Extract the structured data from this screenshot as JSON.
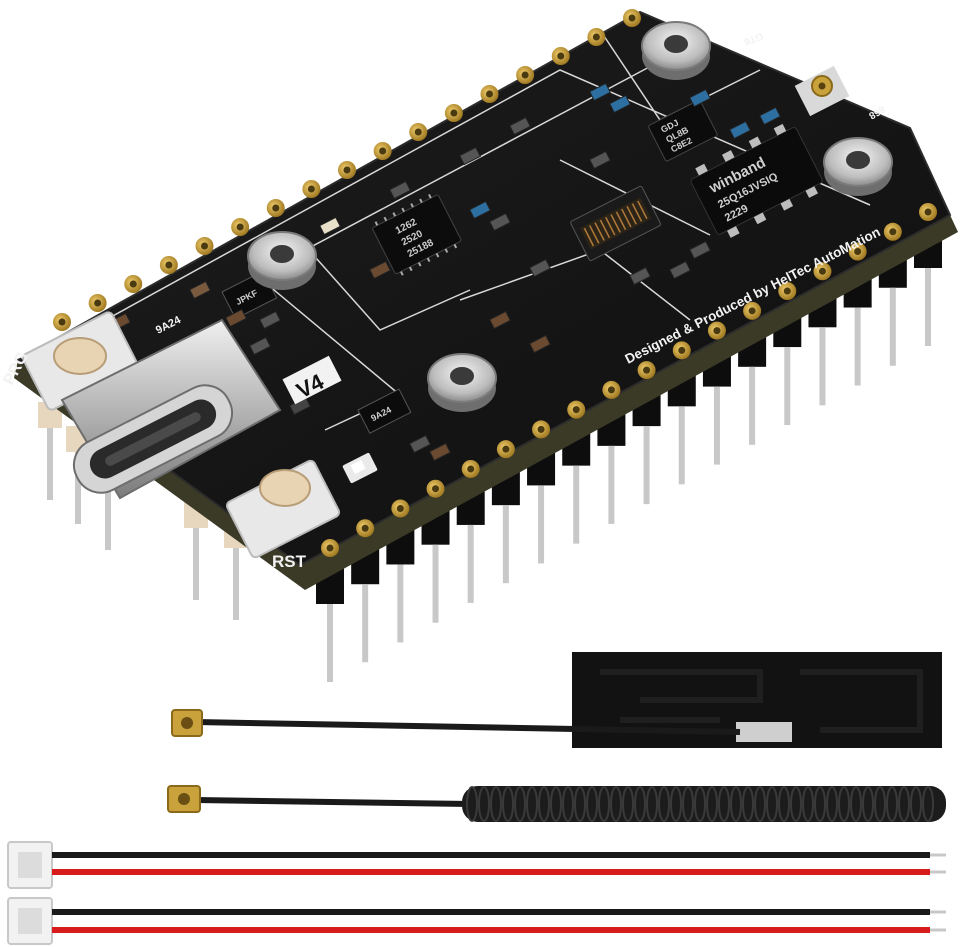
{
  "board": {
    "version_label": "V4",
    "prg_label": "PRG",
    "rst_label": "RST",
    "credit_text": "Designed & Produced by HelTec AutoMation",
    "chip_brand": "winband",
    "chip_part": "25Q16JVSIQ",
    "chip_date": "2229",
    "lora_chip_lines": [
      "1262",
      "2520",
      "25188"
    ],
    "small_chip_lines": [
      "GDJ",
      "QL8B",
      "C8E2"
    ],
    "ldo_label": "JPKF",
    "left_marking": "9A24",
    "mid_marking": "9A24",
    "top_edge_label": "GT6",
    "right_edge_label": "868"
  },
  "colors": {
    "pcb": "#141414",
    "pcb_edge": "#3a3a26",
    "gold": "#c9a23c",
    "silkscreen": "#f2f2f2",
    "header": "#0d0d0d",
    "pin": "#c8c8c8",
    "wire_red": "#d81b1b",
    "wire_black": "#1a1a1a"
  },
  "accessories": {
    "fpc_antenna": "flexible-fpc-antenna",
    "spring_antenna": "spring-coil-antenna",
    "battery_cables": 2
  }
}
